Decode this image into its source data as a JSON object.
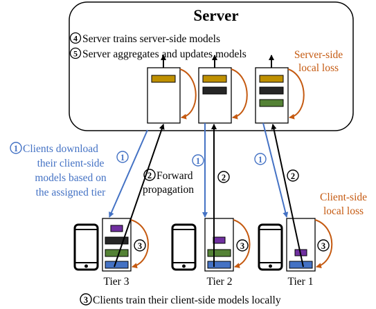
{
  "server": {
    "title": "Server",
    "step4_num": "4",
    "step4_text": "Server trains server-side models",
    "step5_num": "5",
    "step5_text": "Server aggregates and updates models",
    "local_loss_line1": "Server-side",
    "local_loss_line2": "local loss"
  },
  "steps": {
    "one": "1",
    "two": "2",
    "three": "3"
  },
  "download_label": {
    "line1": "Clients download",
    "line2": "their client-side",
    "line3": "models based on",
    "line4": "the assigned tier"
  },
  "forward_label": {
    "line1": "Forward",
    "line2": "propagation"
  },
  "client_loss": {
    "line1": "Client-side",
    "line2": "local loss"
  },
  "tiers": [
    "Tier 3",
    "Tier 2",
    "Tier 1"
  ],
  "footer_text": "Clients train their client-side models locally",
  "colors": {
    "blue": "#4472c4",
    "orange": "#c55a11",
    "gold": "#bf9000",
    "black": "#262626",
    "green": "#548235",
    "purple": "#7030a0",
    "layer_blue": "#4472c4"
  }
}
